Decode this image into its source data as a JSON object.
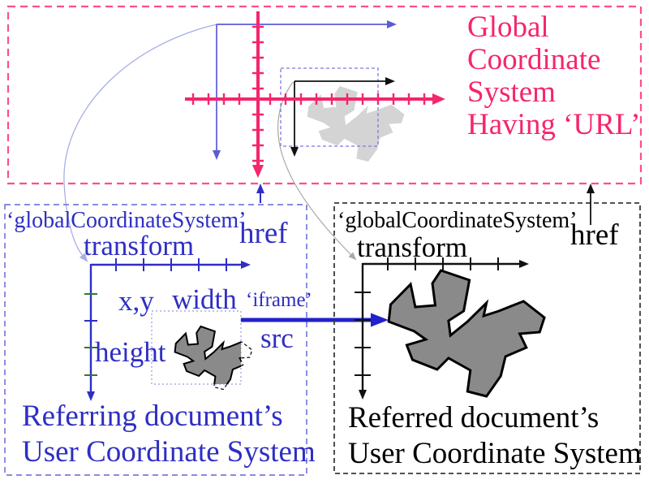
{
  "colors": {
    "pink": "#f5256e",
    "pinkBorder": "#ff4d8d",
    "blue": "#2e2ec4",
    "blueMid": "#5c5cd6",
    "blueLight": "#a9aee6",
    "blueThick": "#2222cc",
    "blueDash": "#7a7ae0",
    "blueDot": "#9a9ade",
    "green": "#2f7a2f",
    "boxGray": "#3a3a3a",
    "grayLeader": "#a8a8a8",
    "shapeGray": "#8a8a8a",
    "shapeLight": "#d4d4d4"
  },
  "global_box": {
    "lines": [
      "Global",
      "Coordinate",
      "System",
      "Having ‘URL’"
    ]
  },
  "referring_box": {
    "attr_global": "‘globalCoordinateSystem’",
    "transform_label": "transform",
    "href_label": "href",
    "xy_label": "x,y",
    "width_label": "width",
    "iframe_label": "‘iframe’",
    "src_label": "src",
    "height_label": "height",
    "caption_line1": "Referring document’s",
    "caption_line2": "User Coordinate System"
  },
  "referred_box": {
    "attr_global": "‘globalCoordinateSystem’",
    "transform_label": "transform",
    "href_label": "href",
    "caption_line1": "Referred document’s",
    "caption_line2": "User Coordinate System"
  }
}
